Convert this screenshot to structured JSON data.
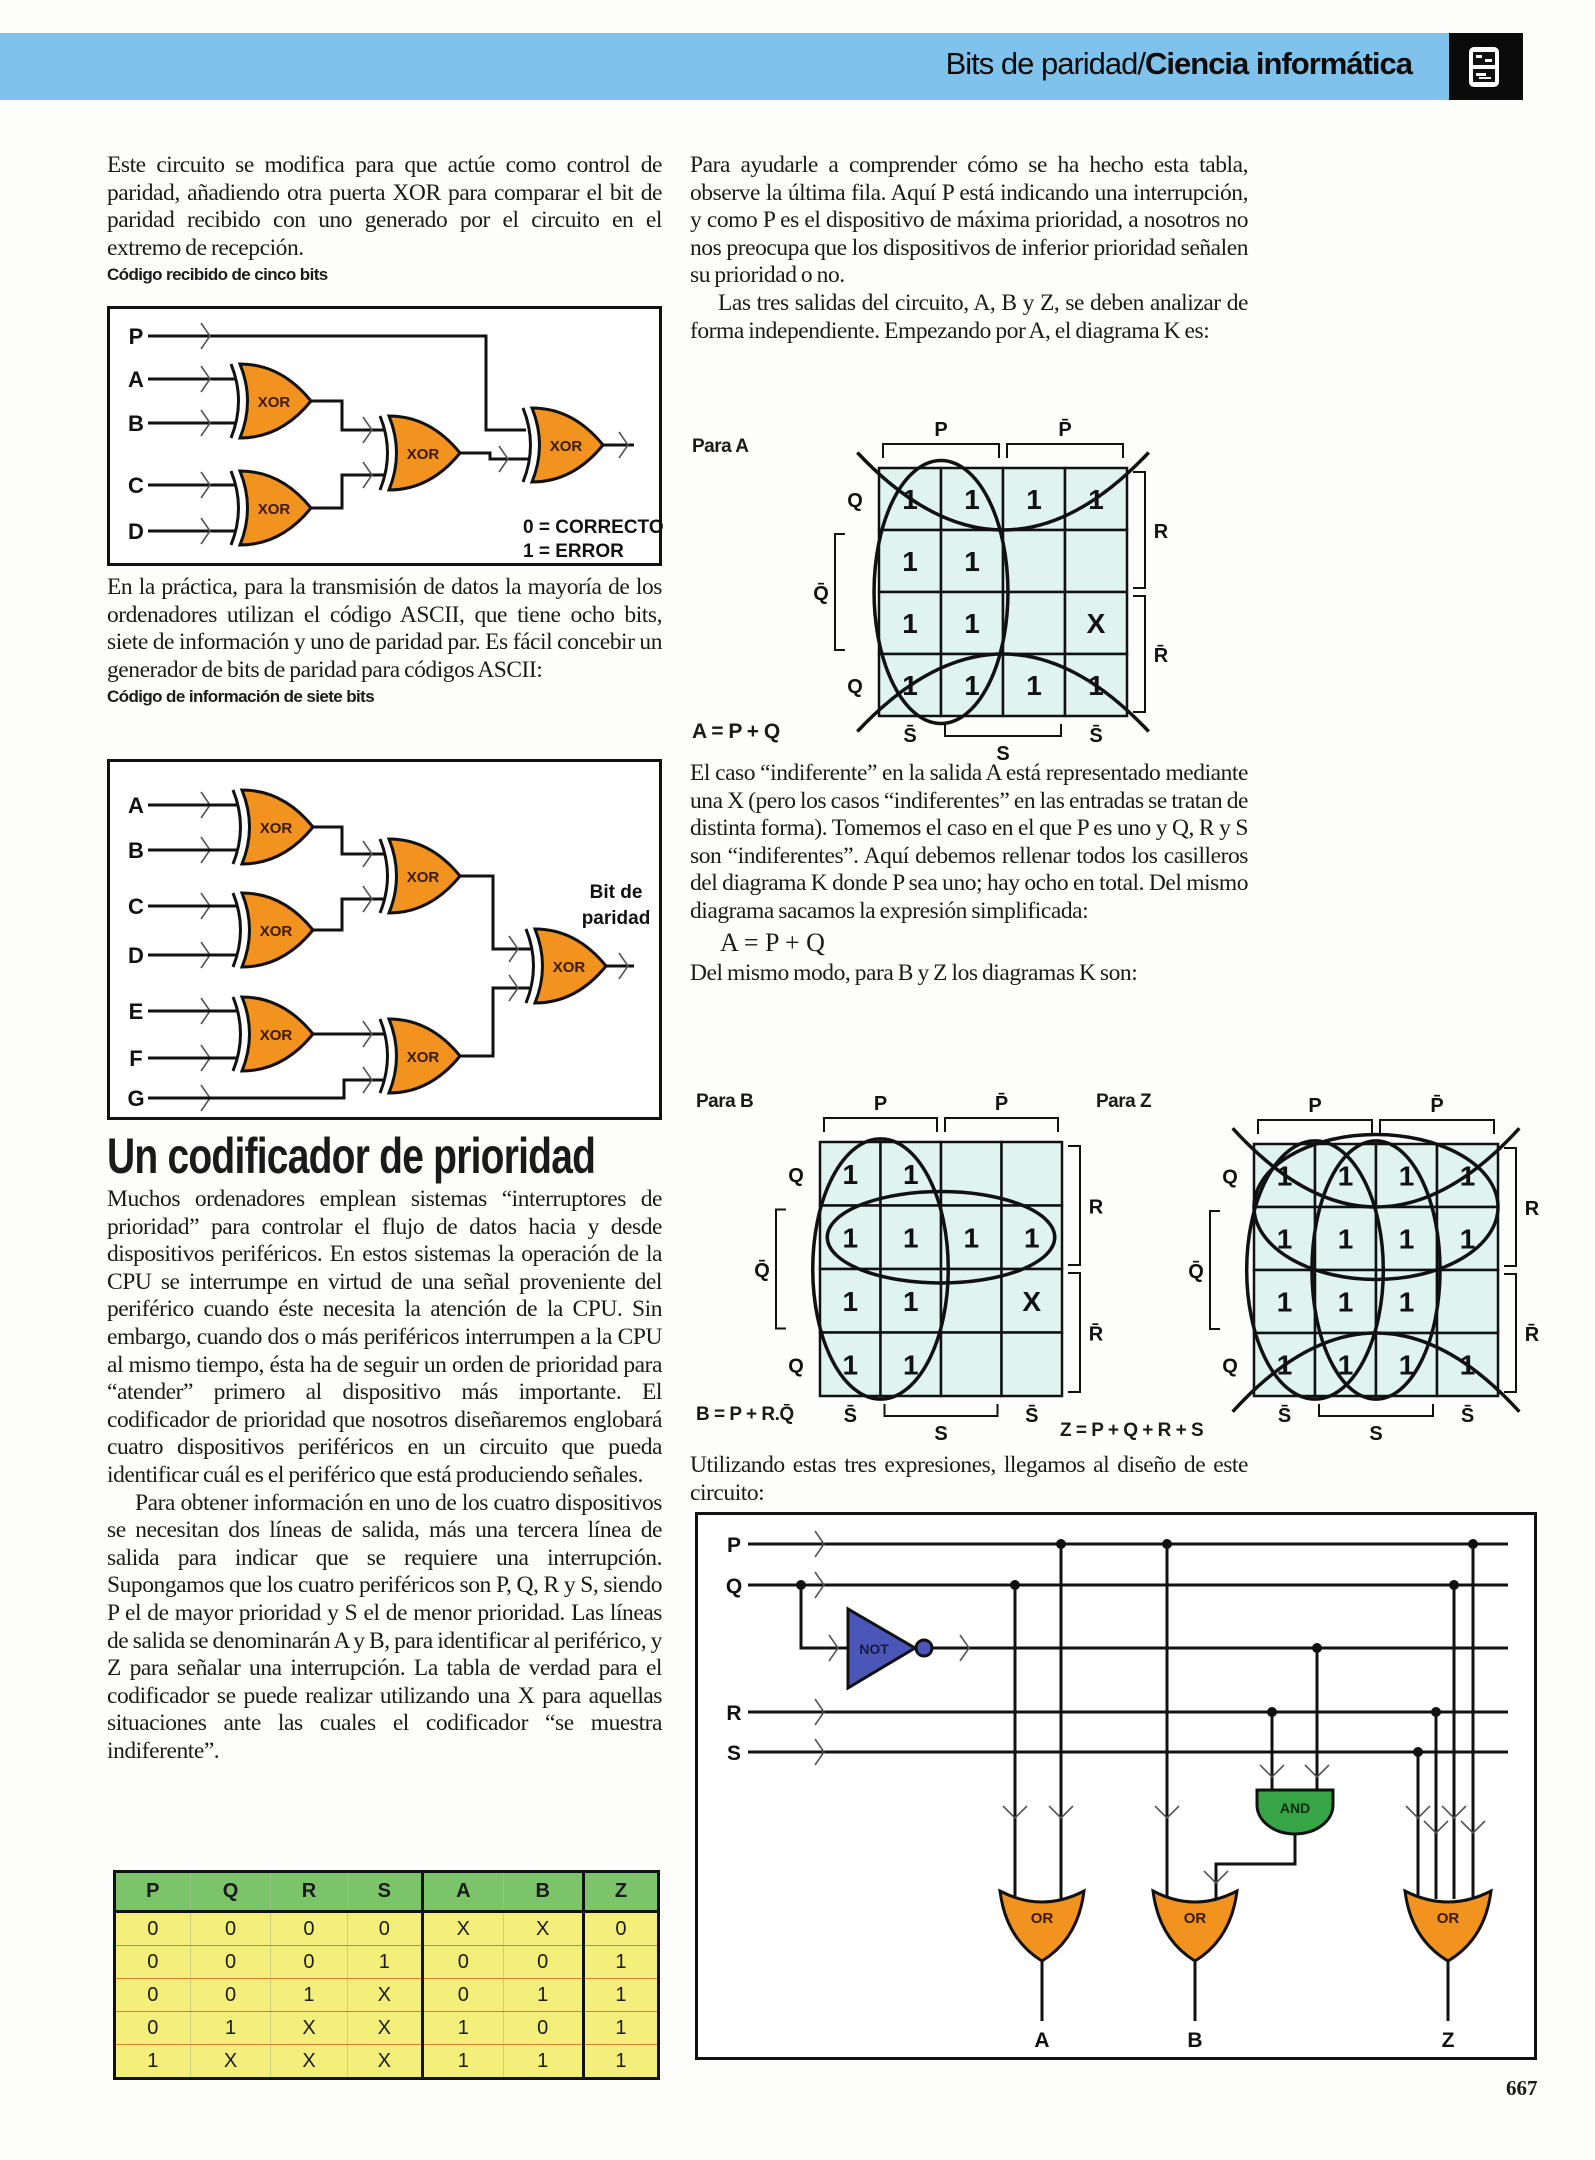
{
  "header": {
    "section": "Bits de paridad/",
    "title": "Ciencia informática",
    "icon": "computer-section-icon"
  },
  "left": {
    "para1": "Este circuito se modifica para que actúe como control de paridad, añadiendo otra puerta XOR para comparar el bit de paridad recibido con uno generado por el circuito en el extremo de recepción.",
    "caption1": "Código recibido de cinco bits",
    "fig1": {
      "inputs": [
        "P",
        "A",
        "B",
        "C",
        "D"
      ],
      "gate": "XOR",
      "legend": [
        "0 = CORRECTO",
        "1 = ERROR"
      ]
    },
    "para2": "En la práctica, para la transmisión de datos la mayoría de los ordenadores utilizan el código ASCII, que tiene ocho bits, siete de información y uno de paridad par. Es fácil concebir un generador de bits de paridad para códigos ASCII:",
    "caption2": "Código de información de siete bits",
    "fig2": {
      "inputs": [
        "A",
        "B",
        "C",
        "D",
        "E",
        "F",
        "G"
      ],
      "gate": "XOR",
      "output_label": [
        "Bit de",
        "paridad"
      ]
    },
    "heading": "Un codificador de prioridad",
    "para3": "Muchos ordenadores emplean sistemas “interruptores de prioridad” para controlar el flujo de datos hacia y desde dispositivos periféricos. En estos sistemas la operación de la CPU se interrumpe en virtud de una señal proveniente del periférico cuando éste necesita la atención de la CPU. Sin embargo, cuando dos o más periféricos interrumpen a la CPU al mismo tiempo, ésta ha de seguir un orden de prioridad para “atender” primero al dispositivo más importante. El codificador de prioridad que nosotros diseñaremos englobará cuatro dispositivos periféricos en un circuito que pueda identificar cuál es el periférico que está produciendo señales.",
    "para4": "Para obtener información en uno de los cuatro dispositivos se necesitan dos líneas de salida, más una tercera línea de salida para indicar que se requiere una interrupción. Supongamos que los cuatro periféricos son P, Q, R y S, siendo P el de mayor prioridad y S el de menor prioridad. Las líneas de salida se denominarán A y B, para identificar al periférico, y Z para señalar una interrupción. La tabla de verdad para el codificador se puede realizar utilizando una X para aquellas situaciones ante las cuales el codificador “se muestra indiferente”.",
    "table": {
      "headers": [
        "P",
        "Q",
        "R",
        "S",
        "A",
        "B",
        "Z"
      ],
      "rows": [
        [
          "0",
          "0",
          "0",
          "0",
          "X",
          "X",
          "0"
        ],
        [
          "0",
          "0",
          "0",
          "1",
          "0",
          "0",
          "1"
        ],
        [
          "0",
          "0",
          "1",
          "X",
          "0",
          "1",
          "1"
        ],
        [
          "0",
          "1",
          "X",
          "X",
          "1",
          "0",
          "1"
        ],
        [
          "1",
          "X",
          "X",
          "X",
          "1",
          "1",
          "1"
        ]
      ]
    }
  },
  "right": {
    "para1": "Para ayudarle a comprender cómo se ha hecho esta tabla, observe la última fila. Aquí P está indicando una interrupción, y como P es el dispositivo de máxima prioridad, a nosotros no nos preocupa que los dispositivos de inferior prioridad señalen su prioridad o no.",
    "para2": "Las tres salidas del circuito, A, B y Z, se deben analizar de forma independiente. Empezando por A, el diagrama K es:",
    "kmap_a": {
      "label": "Para A",
      "top": [
        "P",
        "P̄"
      ],
      "left": [
        "Q",
        "Q̄",
        "Q"
      ],
      "right": [
        "R",
        "R̄"
      ],
      "bottom": [
        "S̄",
        "S",
        "S̄"
      ],
      "cells": [
        [
          "1",
          "1",
          "1",
          "1"
        ],
        [
          "1",
          "1",
          "",
          ""
        ],
        [
          "1",
          "1",
          "",
          "X"
        ],
        [
          "1",
          "1",
          "1",
          "1"
        ]
      ],
      "equation": "A = P + Q"
    },
    "para3": "El caso “indiferente” en la salida A está representado mediante una X (pero los casos “indiferentes” en las entradas se tratan de distinta forma). Tomemos el caso en el que P es uno y Q, R y S son “indiferentes”. Aquí debemos rellenar todos los casilleros del diagrama K donde P sea uno; hay ocho en total. Del mismo diagrama sacamos la expresión simplificada:",
    "equation": "A = P + Q",
    "para4": "Del mismo modo, para B y Z los diagramas K son:",
    "kmap_b": {
      "label": "Para B",
      "top": [
        "P",
        "P̄"
      ],
      "left": [
        "Q",
        "Q̄",
        "Q"
      ],
      "right": [
        "R",
        "R̄"
      ],
      "bottom": [
        "S̄",
        "S",
        "S̄"
      ],
      "cells": [
        [
          "1",
          "1",
          "",
          ""
        ],
        [
          "1",
          "1",
          "1",
          "1"
        ],
        [
          "1",
          "1",
          "",
          "X"
        ],
        [
          "1",
          "1",
          "",
          ""
        ]
      ],
      "equation": "B = P + R.Q̄"
    },
    "kmap_z": {
      "label": "Para Z",
      "top": [
        "P",
        "P̄"
      ],
      "left": [
        "Q",
        "Q̄",
        "Q"
      ],
      "right": [
        "R",
        "R̄"
      ],
      "bottom": [
        "S̄",
        "S",
        "S̄"
      ],
      "cells": [
        [
          "1",
          "1",
          "1",
          "1"
        ],
        [
          "1",
          "1",
          "1",
          "1"
        ],
        [
          "1",
          "1",
          "1",
          ""
        ],
        [
          "1",
          "1",
          "1",
          "1"
        ]
      ],
      "equation": "Z = P + Q + R + S"
    },
    "para5": "Utilizando estas tres expresiones, llegamos al diseño de este circuito:",
    "fig3": {
      "inputs": [
        "P",
        "Q",
        "R",
        "S"
      ],
      "not_label": "NOT",
      "and_label": "AND",
      "or_label": "OR",
      "outputs": [
        "A",
        "B",
        "Z"
      ]
    }
  },
  "page_number": "667",
  "colors": {
    "band": "#7fc3ec",
    "xor": "#f2921f",
    "or": "#f2921f",
    "not": "#4a57b8",
    "and": "#36a447",
    "kmap_cell": "#dff3f1",
    "table_header": "#7cc46a",
    "table_body": "#f3ef7a"
  }
}
